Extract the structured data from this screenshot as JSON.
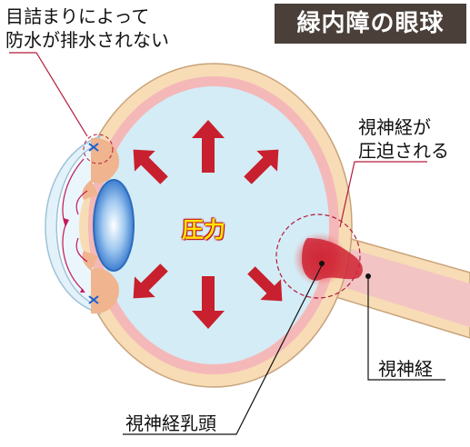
{
  "title": "緑内障の眼球",
  "labels": {
    "drainage_line1": "目詰まりによって",
    "drainage_line2": "防水が排水されない",
    "compressed_line1": "視神経が",
    "compressed_line2": "圧迫される",
    "optic_nerve": "視神経",
    "optic_disc": "視神経乳頭",
    "pressure": "圧力"
  },
  "colors": {
    "title_bg": "#4a3f39",
    "sclera": "#f7dcb6",
    "choroid": "#f5b8b8",
    "vitreous": "#d4ecf6",
    "arrow": "#c8202e",
    "callout_line": "#b51a3a"
  }
}
